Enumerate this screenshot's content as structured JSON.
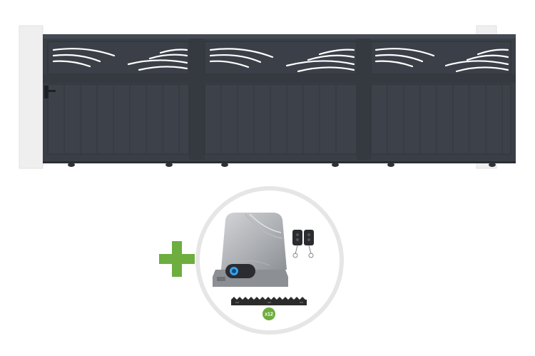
{
  "colors": {
    "gate": "#3a3f47",
    "gate_dark": "#2e3238",
    "pillar": "#f0f0f0",
    "plus": "#6dae3f",
    "motor": "#9ea1a6",
    "motor_light": "#c9cbce",
    "rack": "#2b2b2b",
    "badge": "#6dae3f"
  },
  "icons": [
    "plus-icon",
    "gate-motor",
    "remote-control",
    "gear-rack"
  ],
  "badge": {
    "quantity": "x12"
  }
}
